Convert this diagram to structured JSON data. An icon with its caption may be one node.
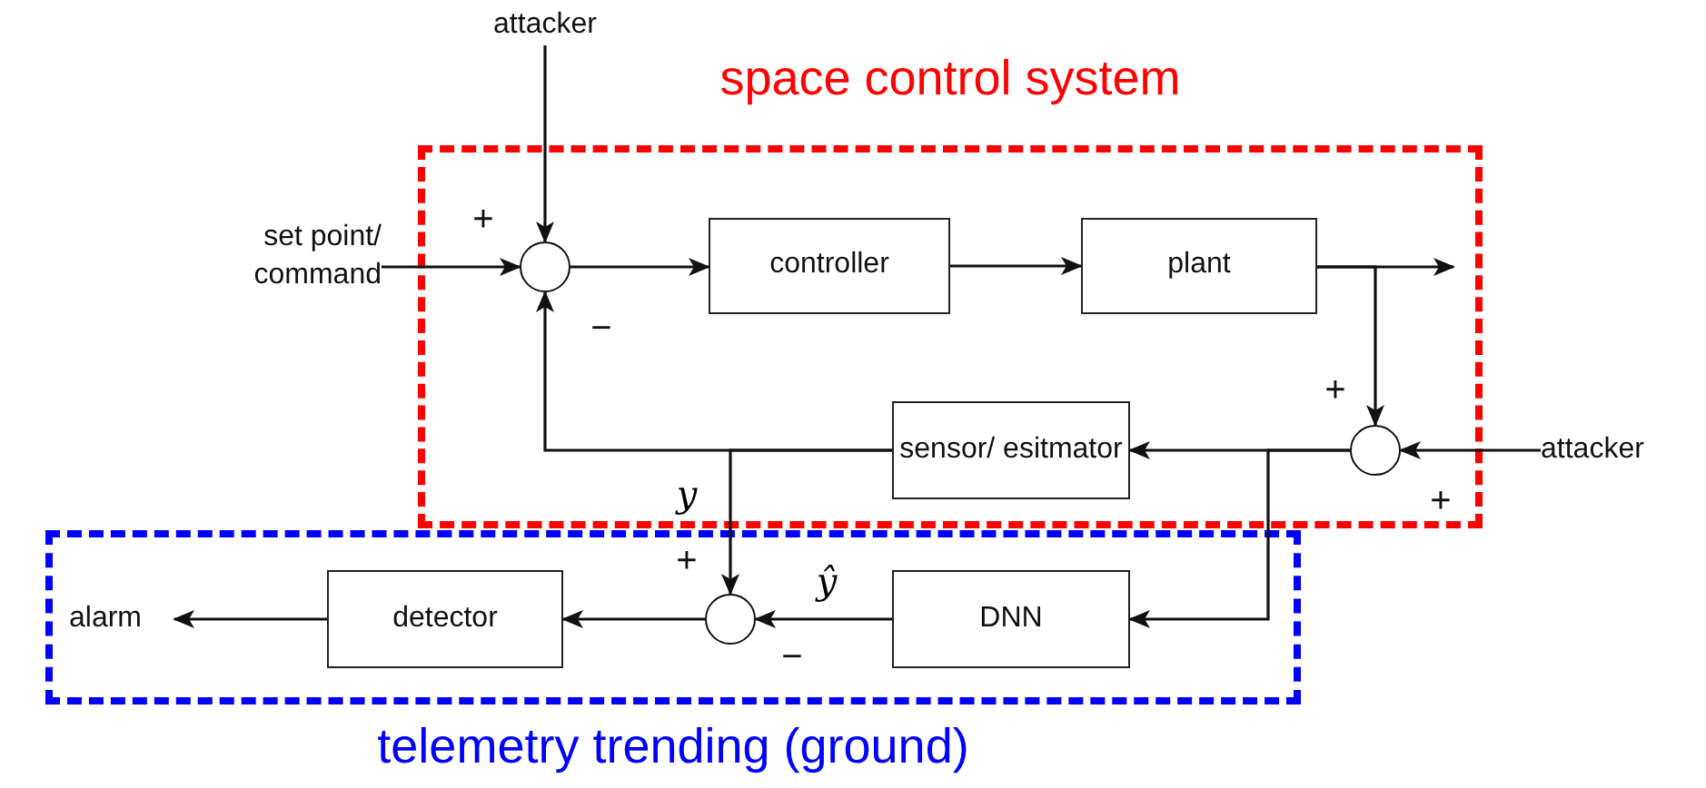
{
  "diagram": {
    "nodes": [
      {
        "text": [
          "space control system"
        ]
      },
      {
        "text": [
          "attacker"
        ]
      },
      {
        "text": [
          "set point/ command"
        ]
      },
      {
        "text": [],
        "shape": "circle",
        "in": 0
      },
      {
        "text": [
          "controller"
        ],
        "in": 0
      },
      {
        "text": [
          "plant"
        ],
        "in": 0
      },
      {
        "text": [],
        "shape": "circle",
        "in": 0
      },
      {
        "text": [
          "attacker"
        ]
      },
      {
        "text": [
          "sensor/ esitmator"
        ],
        "in": 0
      },
      {
        "text": [
          "telemetry trending (ground)"
        ]
      },
      {
        "text": [
          "alarm"
        ],
        "in": 9
      },
      {
        "text": [
          "detector"
        ],
        "in": 9
      },
      {
        "text": [],
        "shape": "circle",
        "in": 9
      },
      {
        "text": [
          "DNN"
        ],
        "in": 9
      }
    ],
    "edges": [
      {
        "from": 1,
        "to": 3,
        "arrow": "to"
      },
      {
        "from": 2,
        "to": 3,
        "arrow": "to"
      },
      {
        "from": 3,
        "to": 4,
        "arrow": "to"
      },
      {
        "from": 4,
        "to": 5,
        "arrow": "to"
      },
      {
        "from": 5,
        "to": null,
        "arrow": "to"
      },
      {
        "from": 5,
        "to": 6,
        "arrow": "to"
      },
      {
        "from": 7,
        "to": 6,
        "arrow": "to"
      },
      {
        "from": 6,
        "to": 8,
        "arrow": "to"
      },
      {
        "from": 6,
        "to": 13,
        "arrow": "to"
      },
      {
        "from": 8,
        "to": 3,
        "arrow": "to"
      },
      {
        "from": 8,
        "to": 12,
        "arrow": "to",
        "label": "y"
      },
      {
        "from": 13,
        "to": 12,
        "arrow": "to",
        "label": "ŷ"
      },
      {
        "from": 12,
        "to": 11,
        "arrow": "to"
      },
      {
        "from": 11,
        "to": 10,
        "arrow": "to"
      }
    ],
    "labels": [
      "+",
      "−",
      "+",
      "+",
      "+",
      "−"
    ]
  }
}
